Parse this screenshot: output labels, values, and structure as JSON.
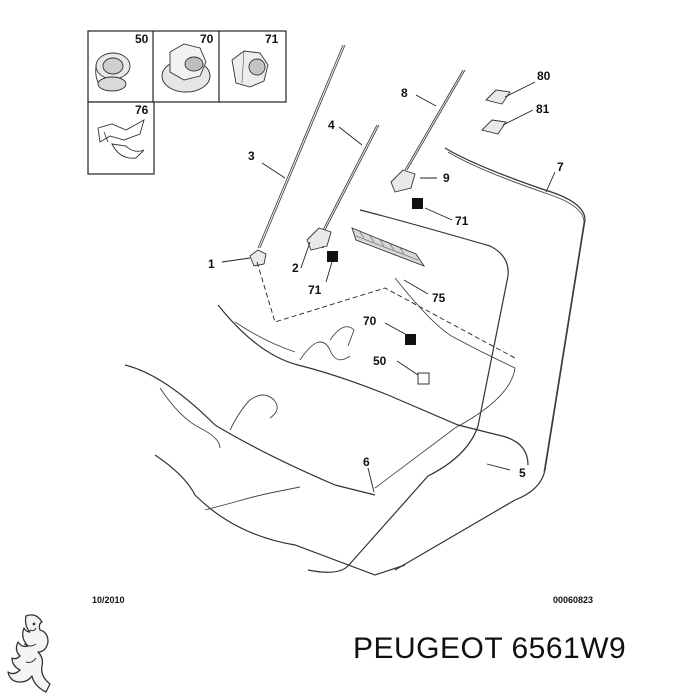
{
  "inset": {
    "labels": [
      "50",
      "70",
      "71",
      "76"
    ]
  },
  "callouts": {
    "c1": "1",
    "c2": "2",
    "c3": "3",
    "c4": "4",
    "c5": "5",
    "c6": "6",
    "c7": "7",
    "c8": "8",
    "c9": "9",
    "c50": "50",
    "c70": "70",
    "c71a": "71",
    "c71b": "71",
    "c75": "75",
    "c80": "80",
    "c81": "81"
  },
  "footer": {
    "date": "10/2010",
    "ref": "00060823"
  },
  "brand": {
    "text": "PEUGEOT 6561W9"
  },
  "icons": {
    "logo": "peugeot-lion-logo-icon"
  }
}
